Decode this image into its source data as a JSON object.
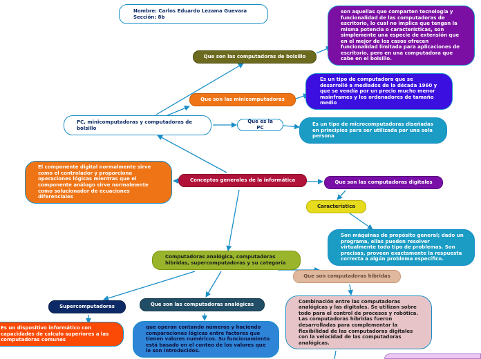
{
  "header": {
    "line1": "Nombre: Carlos Eduardo Lezama Guevara",
    "line2": "Sección: 8b"
  },
  "nodes": {
    "root": "Conceptos generales de la informática",
    "pc_group": "PC, minicomputadoras y computadoras de bolsillo",
    "bolsillo": "Que son las computadoras de bolsillo",
    "bolsillo_desc": "son aquellas que comparten tecnología y funcionalidad de las computadoras de escritorio, lo cual no implica que tengan la misma potencia o características, son simplemente una especie de extensión que en el mejor de los casos ofrecen funcionalidad limitada para aplicaciones de escritorio, pero en una computadora que cabe en el bolsillo.",
    "mini": "Que son las minicomputadoras",
    "mini_desc": "Es un tipo de computadora que se desarrolló a mediados de la década 1960 y que se vendía por un precio mucho menor mainframes y los ordenadores de tamaño medio",
    "pc": "Que es la PC",
    "pc_desc": "Es un tipo de microcomputadoras diseñadas en principios para ser utilizada por una sola persona",
    "analog_desc_left": "El componente digital normalmente sirve como el controlador y proporciona operaciones lógicas mientras que el componente análogo sirve normalmente como solucionador de ecuaciones diferenciales",
    "digitales": "Que son las computadoras digitales",
    "caracteristica": "Característica",
    "caracteristica_desc": "Son máquinas de propósito general; dado un programa, ellas pueden resolver virtualmente todo tipo de problemas. Son precisas, proveen exactamente la respuesta correcta a algún problema específico.",
    "analog_group": "Computadoras analógica, computadoras hibridas, supercomputadoras y su categoría",
    "super": "Supercomputadoras",
    "super_desc": "Es un dispositivo  informático con capacidades de calculo superiores a las computadoras comunes",
    "analogicas": "Que son las computadoras analógicas",
    "analogicas_desc": "que operan contando números y haciendo comparaciones lógicas entre factores que tienen valores numéricos. Su funcionamiento está basado en el conteo de los valores que le son introducidos.",
    "hibridas": "Que son computadoras hibridas",
    "hibridas_desc": "Combinación entre las computadoras analógicas y las digitales. Se utilizan sobre todo para el control de procesos y robótica. Las computadoras híbridas fueron desarrolladas para complementar la flexibilidad de las computadoras digitales con la velocidad de las computadoras analógicas."
  },
  "colors": {
    "edge": "#1a8fc7",
    "olive": "#6b6a1f",
    "purple": "#7b0fa3",
    "orange": "#ef7416",
    "blue_violet": "#3a0fe0",
    "teal": "#1a9cc4",
    "crimson": "#b0123a",
    "violet": "#7a0fa8",
    "yellow": "#e6db1c",
    "green": "#9ab52c",
    "navy": "#0d2a66",
    "slate": "#214d66",
    "red_orange": "#fb4a05",
    "azure": "#2e84d6",
    "beige": "#dfb89d",
    "pink": "#e7c4c7"
  }
}
